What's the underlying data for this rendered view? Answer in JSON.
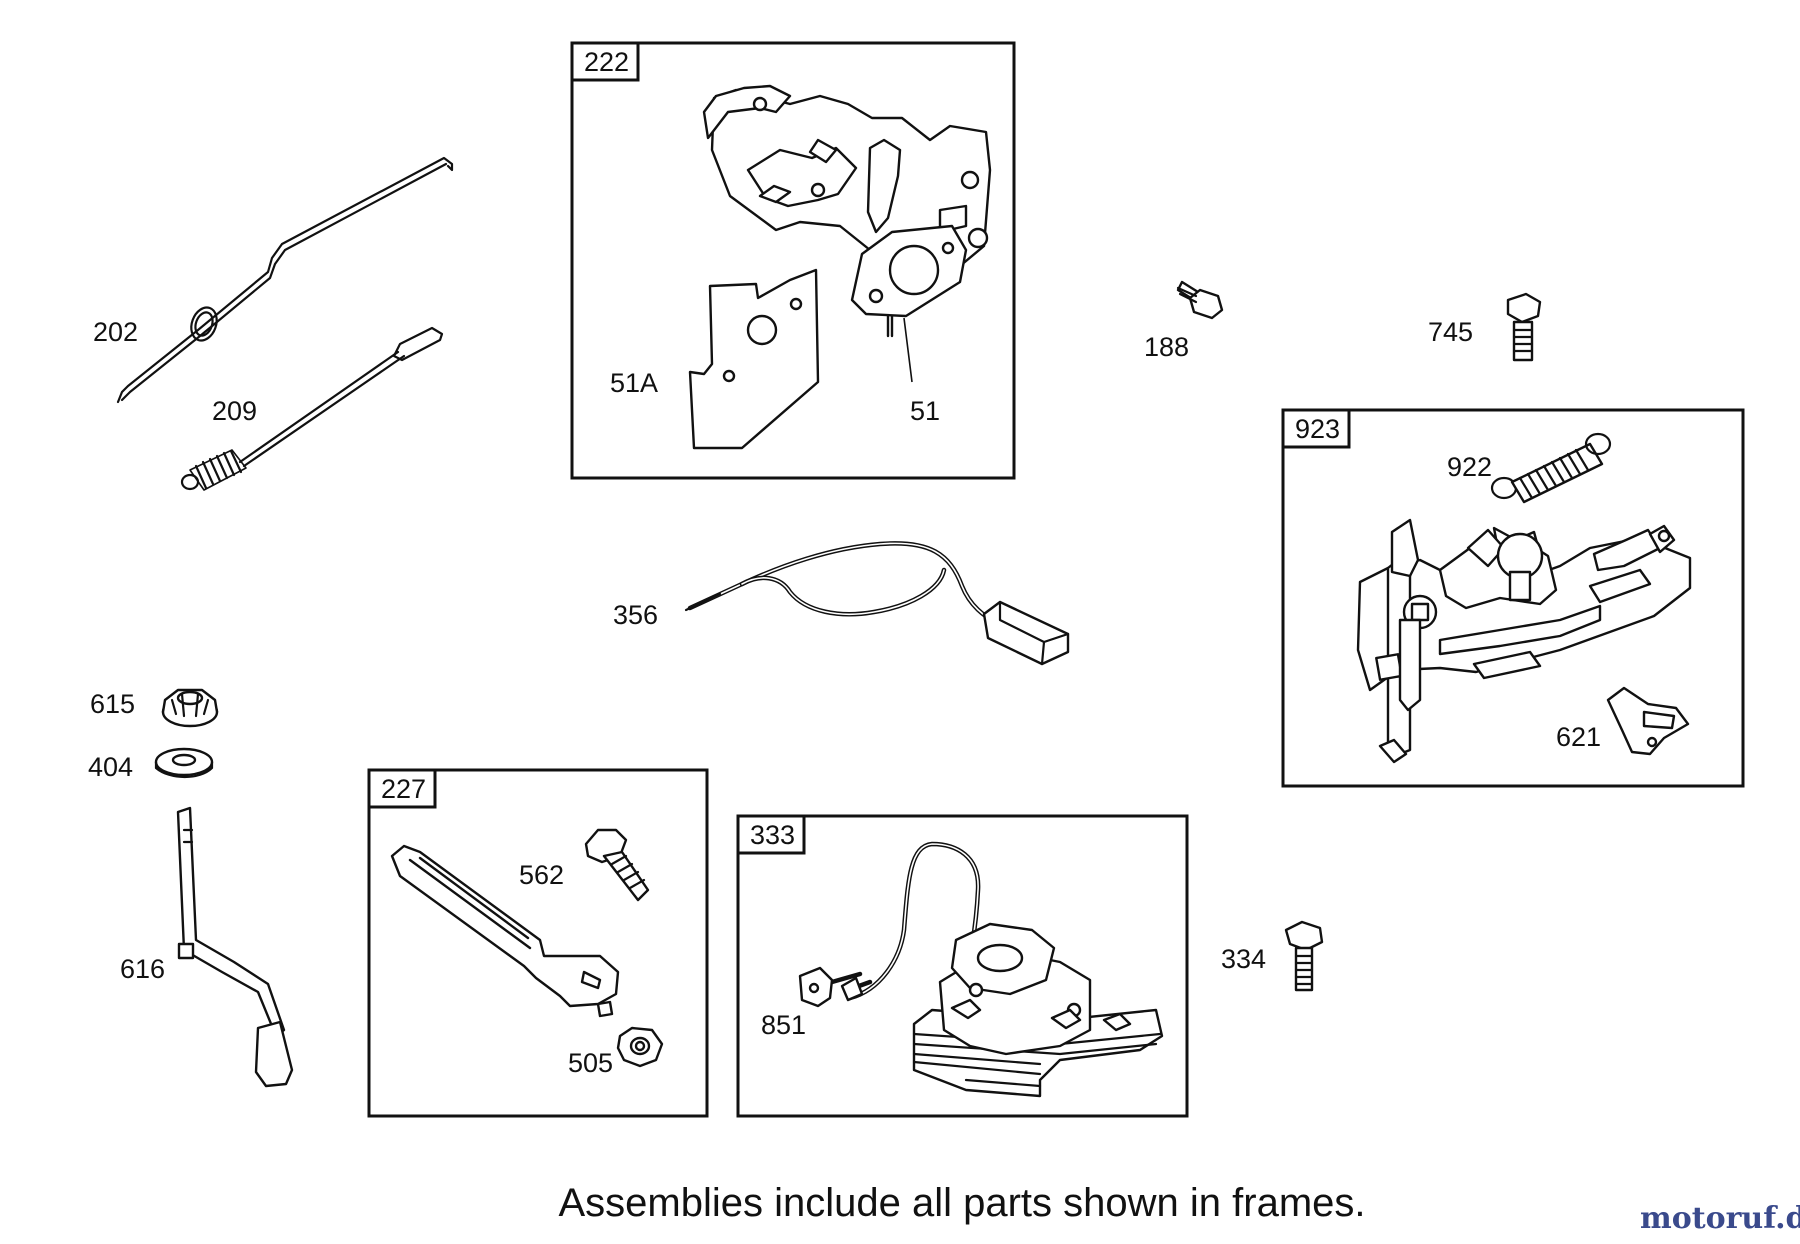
{
  "caption": "Assemblies include all parts shown in frames.",
  "watermark": {
    "text": "motoruf.de",
    "color": "#3a4a8c"
  },
  "frames": [
    {
      "id": "frame-222",
      "number": "222"
    },
    {
      "id": "frame-923",
      "number": "923"
    },
    {
      "id": "frame-227",
      "number": "227"
    },
    {
      "id": "frame-333",
      "number": "333"
    }
  ],
  "labels": {
    "p202": "202",
    "p209": "209",
    "p51A": "51A",
    "p51": "51",
    "p188": "188",
    "p745": "745",
    "p922": "922",
    "p356": "356",
    "p621": "621",
    "p615": "615",
    "p404": "404",
    "p616": "616",
    "p562": "562",
    "p505": "505",
    "p851": "851",
    "p334": "334"
  }
}
